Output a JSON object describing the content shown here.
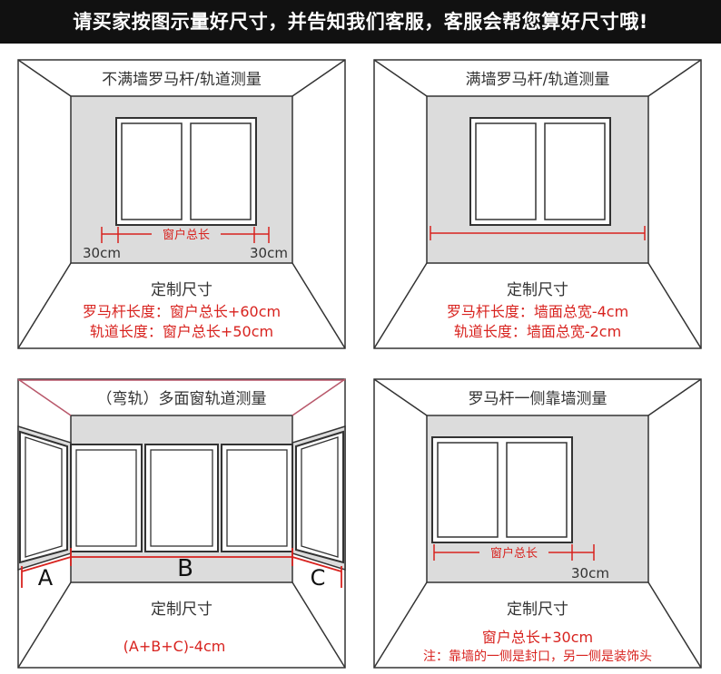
{
  "banner": "请买家按图示量好尺寸，并告知我们客服，客服会帮您算好尺寸哦!",
  "colors": {
    "accent_red": "#d8231f",
    "wall_gray": "#dcdcdc",
    "dark_line": "#333333"
  },
  "panels": [
    {
      "title": "不满墙罗马杆/轨道测量",
      "measure_label": "窗户总长",
      "left_extra": "30cm",
      "right_extra": "30cm",
      "section_title": "定制尺寸",
      "line1": "罗马杆长度：窗户总长+60cm",
      "line2": "轨道长度：窗户总长+50cm"
    },
    {
      "title": "满墙罗马杆/轨道测量",
      "section_title": "定制尺寸",
      "line1": "罗马杆长度：墙面总宽-4cm",
      "line2": "轨道长度：墙面总宽-2cm"
    },
    {
      "title": "（弯轨）多面窗轨道测量",
      "label_a": "A",
      "label_b": "B",
      "label_c": "C",
      "section_title": "定制尺寸",
      "formula": "(A+B+C)-4cm"
    },
    {
      "title": "罗马杆一侧靠墙测量",
      "measure_label": "窗户总长",
      "right_extra": "30cm",
      "section_title": "定制尺寸",
      "line1": "窗户总长+30cm",
      "line2": "注：靠墙的一侧是封口，另一侧是装饰头"
    }
  ]
}
